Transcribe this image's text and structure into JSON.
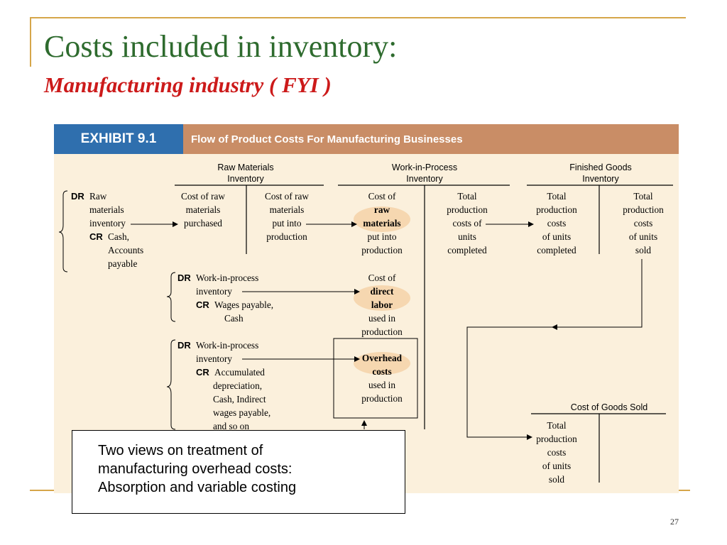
{
  "slide": {
    "title": "Costs included in inventory:",
    "subtitle": "Manufacturing industry ( FYI )",
    "page_number": "27"
  },
  "exhibit": {
    "number": "EXHIBIT 9.1",
    "title": "Flow of Product Costs For Manufacturing Businesses",
    "account_headers": {
      "raw_materials": [
        "Raw Materials",
        "Inventory"
      ],
      "wip": [
        "Work-in-Process",
        "Inventory"
      ],
      "finished_goods": [
        "Finished Goods",
        "Inventory"
      ],
      "cogs": "Cost of Goods Sold"
    },
    "entries": {
      "raw": {
        "dr": "DR",
        "cr": "CR",
        "dr_lines": [
          "Raw",
          "materials",
          "inventory"
        ],
        "cr_lines": [
          "Cash,",
          "Accounts",
          "payable"
        ]
      },
      "labor": {
        "dr": "DR",
        "cr": "CR",
        "dr_lines": [
          "Work-in-process",
          "inventory"
        ],
        "cr_lines": [
          "Wages payable,",
          "Cash"
        ]
      },
      "overhead": {
        "dr": "DR",
        "cr": "CR",
        "dr_lines": [
          "Work-in-process",
          "inventory"
        ],
        "cr_lines": [
          "Accumulated",
          "depreciation,",
          "Cash, Indirect",
          "wages payable,",
          "and so on"
        ]
      }
    },
    "cells": {
      "rm_left": [
        "Cost of raw",
        "materials",
        "purchased"
      ],
      "rm_right": [
        "Cost of raw",
        "materials",
        "put into",
        "production"
      ],
      "wip_raw": [
        "Cost of",
        "raw",
        "materials",
        "put into",
        "production"
      ],
      "wip_labor": [
        "Cost of",
        "direct",
        "labor",
        "used in",
        "production"
      ],
      "wip_overhead": [
        "Overhead",
        "costs",
        "used in",
        "production"
      ],
      "wip_right": [
        "Total",
        "production",
        "costs of",
        "units",
        "completed"
      ],
      "fg_left": [
        "Total",
        "production",
        "costs",
        "of units",
        "completed"
      ],
      "fg_right": [
        "Total",
        "production",
        "costs",
        "of units",
        "sold"
      ],
      "cogs_left": [
        "Total",
        "production",
        "costs",
        "of units",
        "sold"
      ]
    }
  },
  "note": {
    "lines": [
      "Two views on treatment of",
      "manufacturing overhead costs:",
      "Absorption and variable costing"
    ]
  },
  "colors": {
    "accent_gold": "#d6a64a",
    "title_green": "#2e6b2e",
    "subtitle_red": "#cc1a1a",
    "exhibit_blue": "#2f6fae",
    "exhibit_brown": "#c98d66",
    "highlight": "#f6d7b0"
  }
}
